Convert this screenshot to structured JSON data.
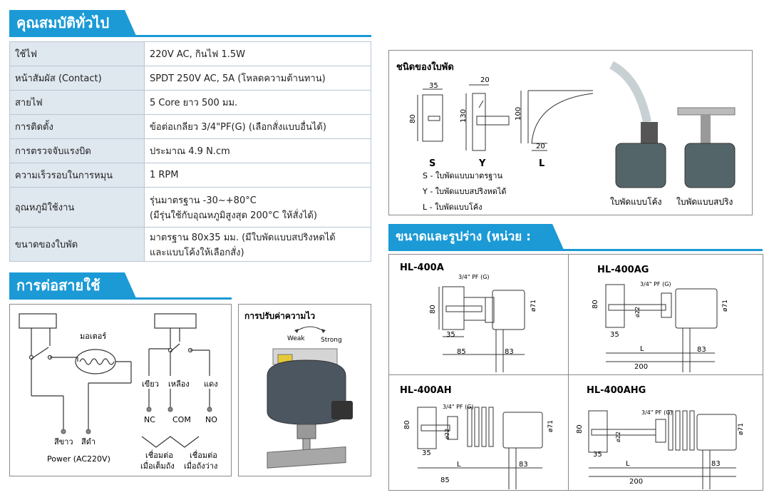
{
  "sections": {
    "general": "คุณสมบัติทั่วไป",
    "wiring": "การต่อสายใช้งาน",
    "dimensions": "ขนาดและรูปร่าง (หน่วย : มม.)"
  },
  "specs": [
    {
      "label": "ใช้ไฟ",
      "value": "220V AC, กินไฟ 1.5W"
    },
    {
      "label": "หน้าสัมผัส (Contact)",
      "value": "SPDT 250V AC, 5A (โหลดความต้านทาน)"
    },
    {
      "label": "สายไฟ",
      "value": "5 Core ยาว 500 มม."
    },
    {
      "label": "การติดตั้ง",
      "value": "ข้อต่อเกลียว 3/4\"PF(G) (เลือกสั่งแบบอื่นได้)"
    },
    {
      "label": "การตรวจจับแรงบิด",
      "value": "ประมาณ 4.9 N.cm"
    },
    {
      "label": "ความเร็วรอบในการหมุน",
      "value": "1 RPM"
    },
    {
      "label": "อุณหภูมิใช้งาน",
      "value": "รุ่นมาตรฐาน -30~+80°C",
      "value2": "(มีรุ่นใช้กับอุณหภูมิสูงสุด 200°C ให้สั่งได้)"
    },
    {
      "label": "ขนาดของใบพัด",
      "value": "มาตรฐาน 80x35 มม. (มีใบพัดแบบสปริงหดได้",
      "value2": "และแบบโค้งให้เลือกสั่ง)"
    }
  ],
  "wiring": {
    "motor": "มอเตอร์",
    "white": "สีขาว",
    "black": "สีดำ",
    "power": "Power (AC220V)",
    "green": "เขียว",
    "yellow": "เหลือง",
    "red": "แดง",
    "nc": "NC",
    "com": "COM",
    "no": "NO",
    "full1": "เชื่อมต่อ",
    "full2": "เมื่อเต็มถัง",
    "empty1": "เชื่อมต่อ",
    "empty2": "เมื่อถังว่าง"
  },
  "sensitivity": {
    "title": "การปรับค่าความไว",
    "weak": "Weak",
    "strong": "Strong"
  },
  "blades": {
    "title": "ชนิดของใบพัด",
    "s": "S",
    "y": "Y",
    "l": "L",
    "dim35": "35",
    "dim80": "80",
    "dim20a": "20",
    "dim130": "130",
    "dim100": "100",
    "dim20b": "20",
    "legend": [
      "S  -  ใบพัดแบบมาตรฐาน",
      "Y  -  ใบพัดแบบสปริงหดได้",
      "L  -  ใบพัดแบบโค้ง"
    ],
    "curved": "ใบพัดแบบโค้ง",
    "spring": "ใบพัดแบบสปริง"
  },
  "models": [
    {
      "name": "HL-400A",
      "thread": "3/4\" PF (G)",
      "d1": "80",
      "d2": "35",
      "d3": "85",
      "d4": "83",
      "d5": "ø71"
    },
    {
      "name": "HL-400AG",
      "thread": "3/4\" PF (G)",
      "d1": "80",
      "d2": "35",
      "d3": "L",
      "d4": "83",
      "d5": "ø71",
      "d6": "200",
      "d7": "ø22"
    },
    {
      "name": "HL-400AH",
      "thread": "3/4\" PF (G)",
      "d1": "80",
      "d2": "35",
      "d3": "L",
      "d4": "83",
      "d5": "ø71",
      "d6": "85",
      "d7": "ø22"
    },
    {
      "name": "HL-400AHG",
      "thread": "3/4\" PF (G)",
      "d1": "80",
      "d2": "35",
      "d3": "L",
      "d4": "83",
      "d5": "ø71",
      "d6": "200",
      "d7": "ø22"
    }
  ]
}
